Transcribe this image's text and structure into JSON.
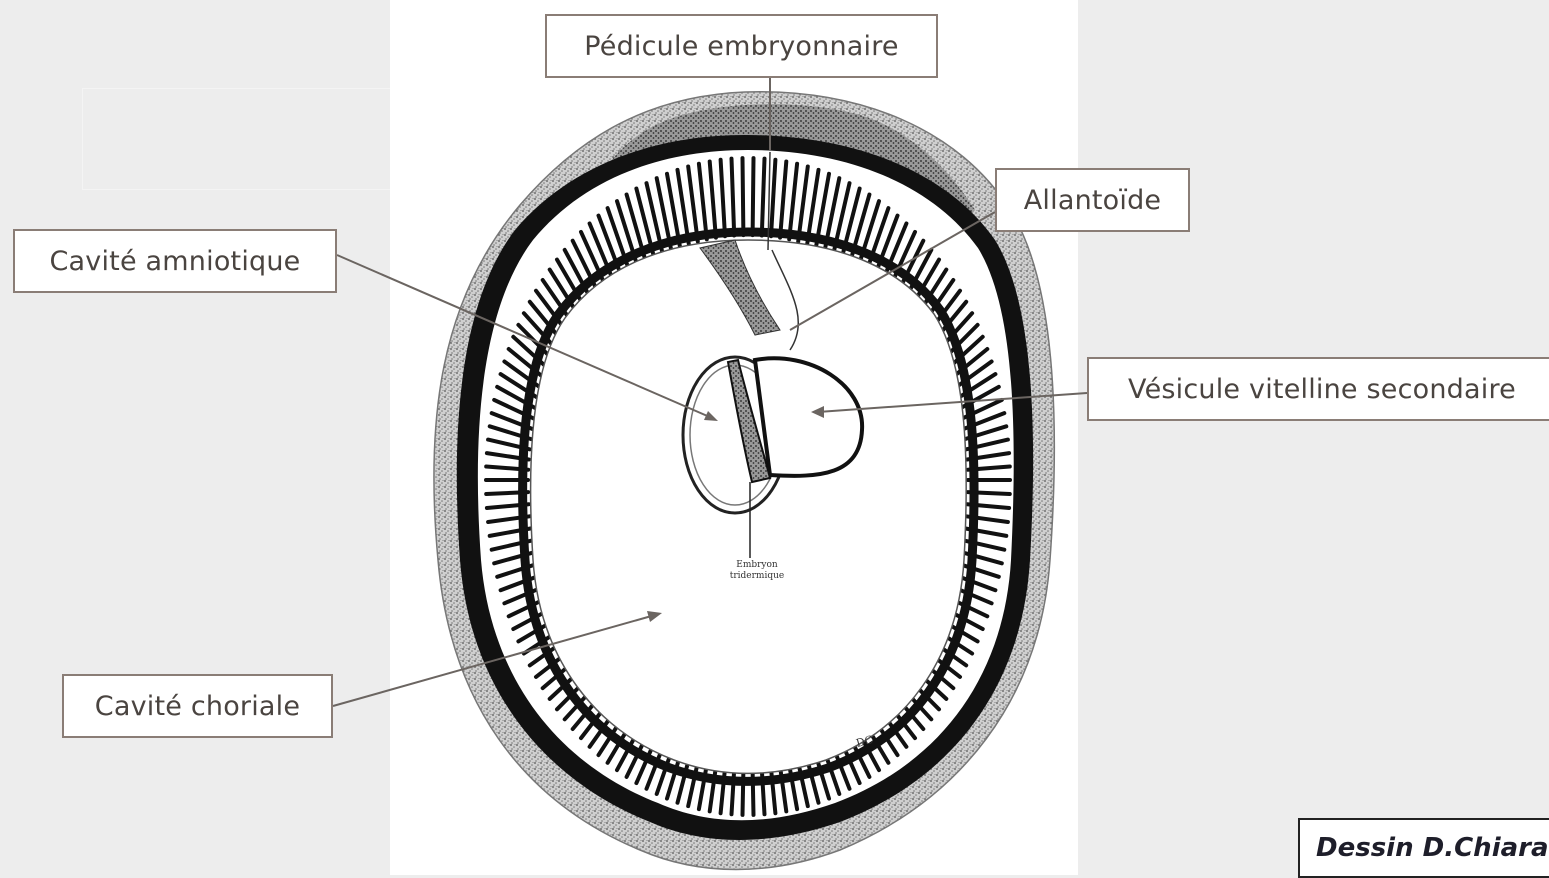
{
  "labels": {
    "pedicule": "Pédicule embryonnaire",
    "allantoide": "Allantoïde",
    "cavite_amniotique": "Cavité amniotique",
    "vesicule_vitelline": "Vésicule vitelline secondaire",
    "cavite_choriale": "Cavité choriale"
  },
  "inner_annotation": {
    "line1": "Embryon",
    "line2": "tridermique"
  },
  "artist_initials": "DC",
  "credit": "Dessin D.Chiara",
  "colors": {
    "background": "#ededed",
    "label_border": "#8a7d76",
    "label_text": "#4a4440",
    "ink": "#111111"
  }
}
